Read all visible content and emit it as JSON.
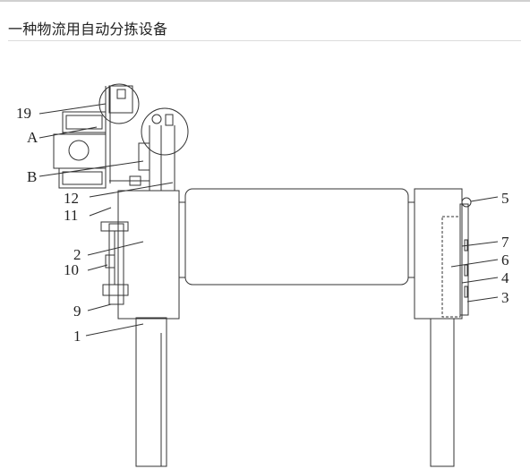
{
  "page": {
    "title": "一种物流用自动分拣设备"
  },
  "figure": {
    "labels": {
      "l19": "19",
      "lA": "A",
      "lB": "B",
      "l12": "12",
      "l11": "11",
      "l2": "2",
      "l10": "10",
      "l9": "9",
      "l1": "1",
      "l5": "5",
      "l7": "7",
      "l6": "6",
      "l4": "4",
      "l3": "3"
    }
  }
}
